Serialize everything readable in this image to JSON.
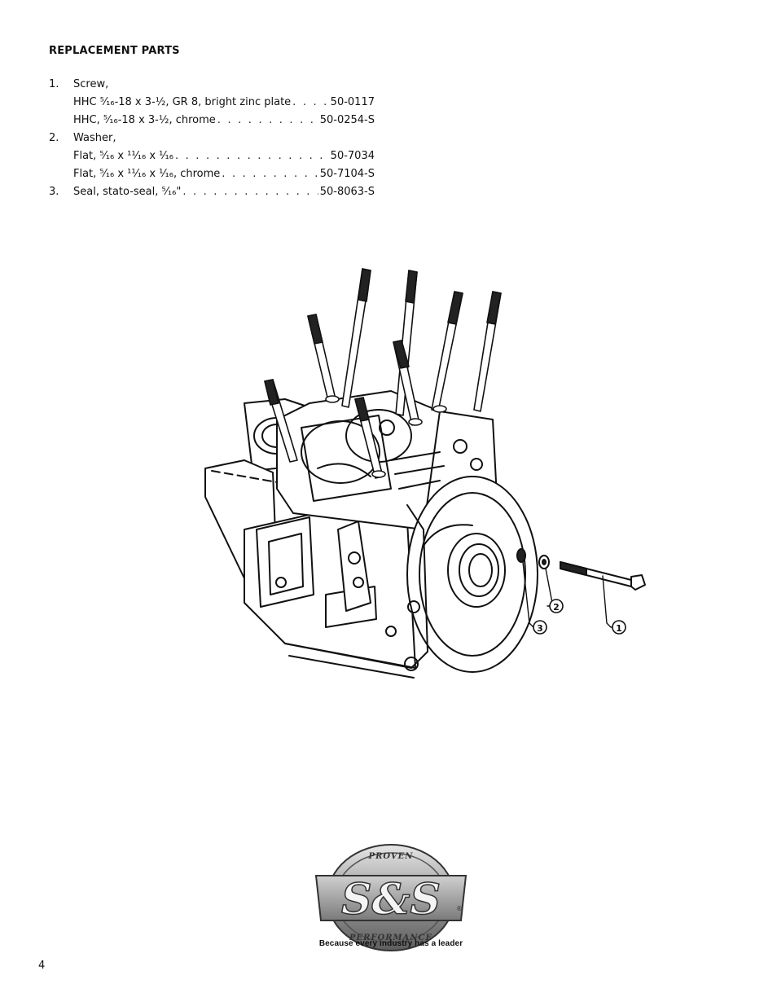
{
  "heading": "REPLACEMENT PARTS",
  "parts": [
    {
      "num": "1.",
      "desc": "Screw,",
      "dots": "",
      "pn": ""
    },
    {
      "num": "",
      "desc": "HHC ⁵⁄₁₆-18 x 3-½, GR 8, bright zinc plate",
      "dots": " . . . . . . . . . . . . . . . . . . . . . . . . . . . . . . . . . . . . . . . . .",
      "pn": "50-0117"
    },
    {
      "num": "",
      "desc": "HHC, ⁵⁄₁₆-18 x 3-½, chrome",
      "dots": " . . . . . . . . . . . . . . . . . . . . . . . . . . . . . . . . . . . . . . . . .",
      "pn": "50-0254-S"
    },
    {
      "num": "2.",
      "desc": "Washer,",
      "dots": "",
      "pn": ""
    },
    {
      "num": "",
      "desc": "Flat, ⁵⁄₁₆ x ¹¹⁄₁₆ x ¹⁄₁₆",
      "dots": " . . . . . . . . . . . . . . . . . . . . . . . . . . . . . . . . . . . . . . . . .",
      "pn": "50-7034"
    },
    {
      "num": "",
      "desc": "Flat, ⁵⁄₁₆ x ¹¹⁄₁₆ x ¹⁄₁₆, chrome",
      "dots": " . . . . . . . . . . . . . . . . . . . . . . . . . . . . . . . . . . . . . . . . .",
      "pn": "50-7104-S"
    },
    {
      "num": "3.",
      "desc": "Seal, stato-seal, ⁵⁄₁₆\"",
      "dots": " . . . . . . . . . . . . . . . . . . . . . . . . . . . . . . . . . . . . . . . . .",
      "pn": "50-8063-S"
    }
  ],
  "callouts": [
    "1",
    "2",
    "3"
  ],
  "logo": {
    "main": "S&S",
    "top": "PROVEN",
    "bottom": "PERFORMANCE",
    "mark": "®"
  },
  "tagline": "Because every industry has a leader",
  "page_number": "4"
}
